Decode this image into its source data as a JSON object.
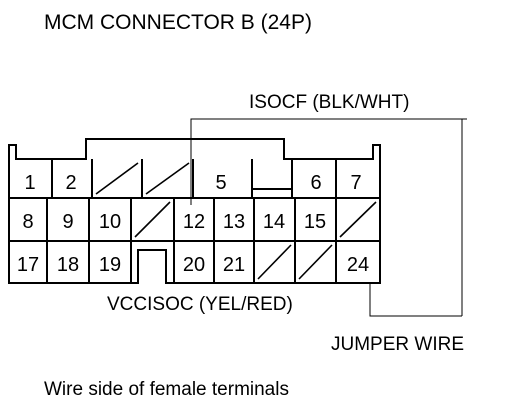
{
  "title": "MCM CONNECTOR B (24P)",
  "footer": "Wire side of female terminals",
  "wire_labels": {
    "isocf": "ISOCF (BLK/WHT)",
    "vccisoc": "VCCISOC (YEL/RED)",
    "jumper": "JUMPER WIRE"
  },
  "connector": {
    "total_pins": 24,
    "rows": [
      {
        "row": 1,
        "cells": [
          {
            "label": "1"
          },
          {
            "label": "2"
          },
          {
            "label": "",
            "unused": true
          },
          {
            "label": "",
            "unused": true
          },
          {
            "label": "5"
          },
          {
            "label": "",
            "notch": true
          },
          {
            "label": "6"
          },
          {
            "label": "7"
          }
        ]
      },
      {
        "row": 2,
        "cells": [
          {
            "label": "8"
          },
          {
            "label": "9"
          },
          {
            "label": "10"
          },
          {
            "label": "",
            "unused": true
          },
          {
            "label": "12"
          },
          {
            "label": "13"
          },
          {
            "label": "14"
          },
          {
            "label": "15"
          },
          {
            "label": "",
            "unused": true
          }
        ]
      },
      {
        "row": 3,
        "cells": [
          {
            "label": "17"
          },
          {
            "label": "18"
          },
          {
            "label": "19"
          },
          {
            "label": "",
            "notch": true
          },
          {
            "label": "20"
          },
          {
            "label": "21"
          },
          {
            "label": "",
            "unused": true
          },
          {
            "label": "",
            "unused": true
          },
          {
            "label": "24"
          }
        ]
      }
    ],
    "jumper_connects": [
      "12",
      "24"
    ]
  }
}
